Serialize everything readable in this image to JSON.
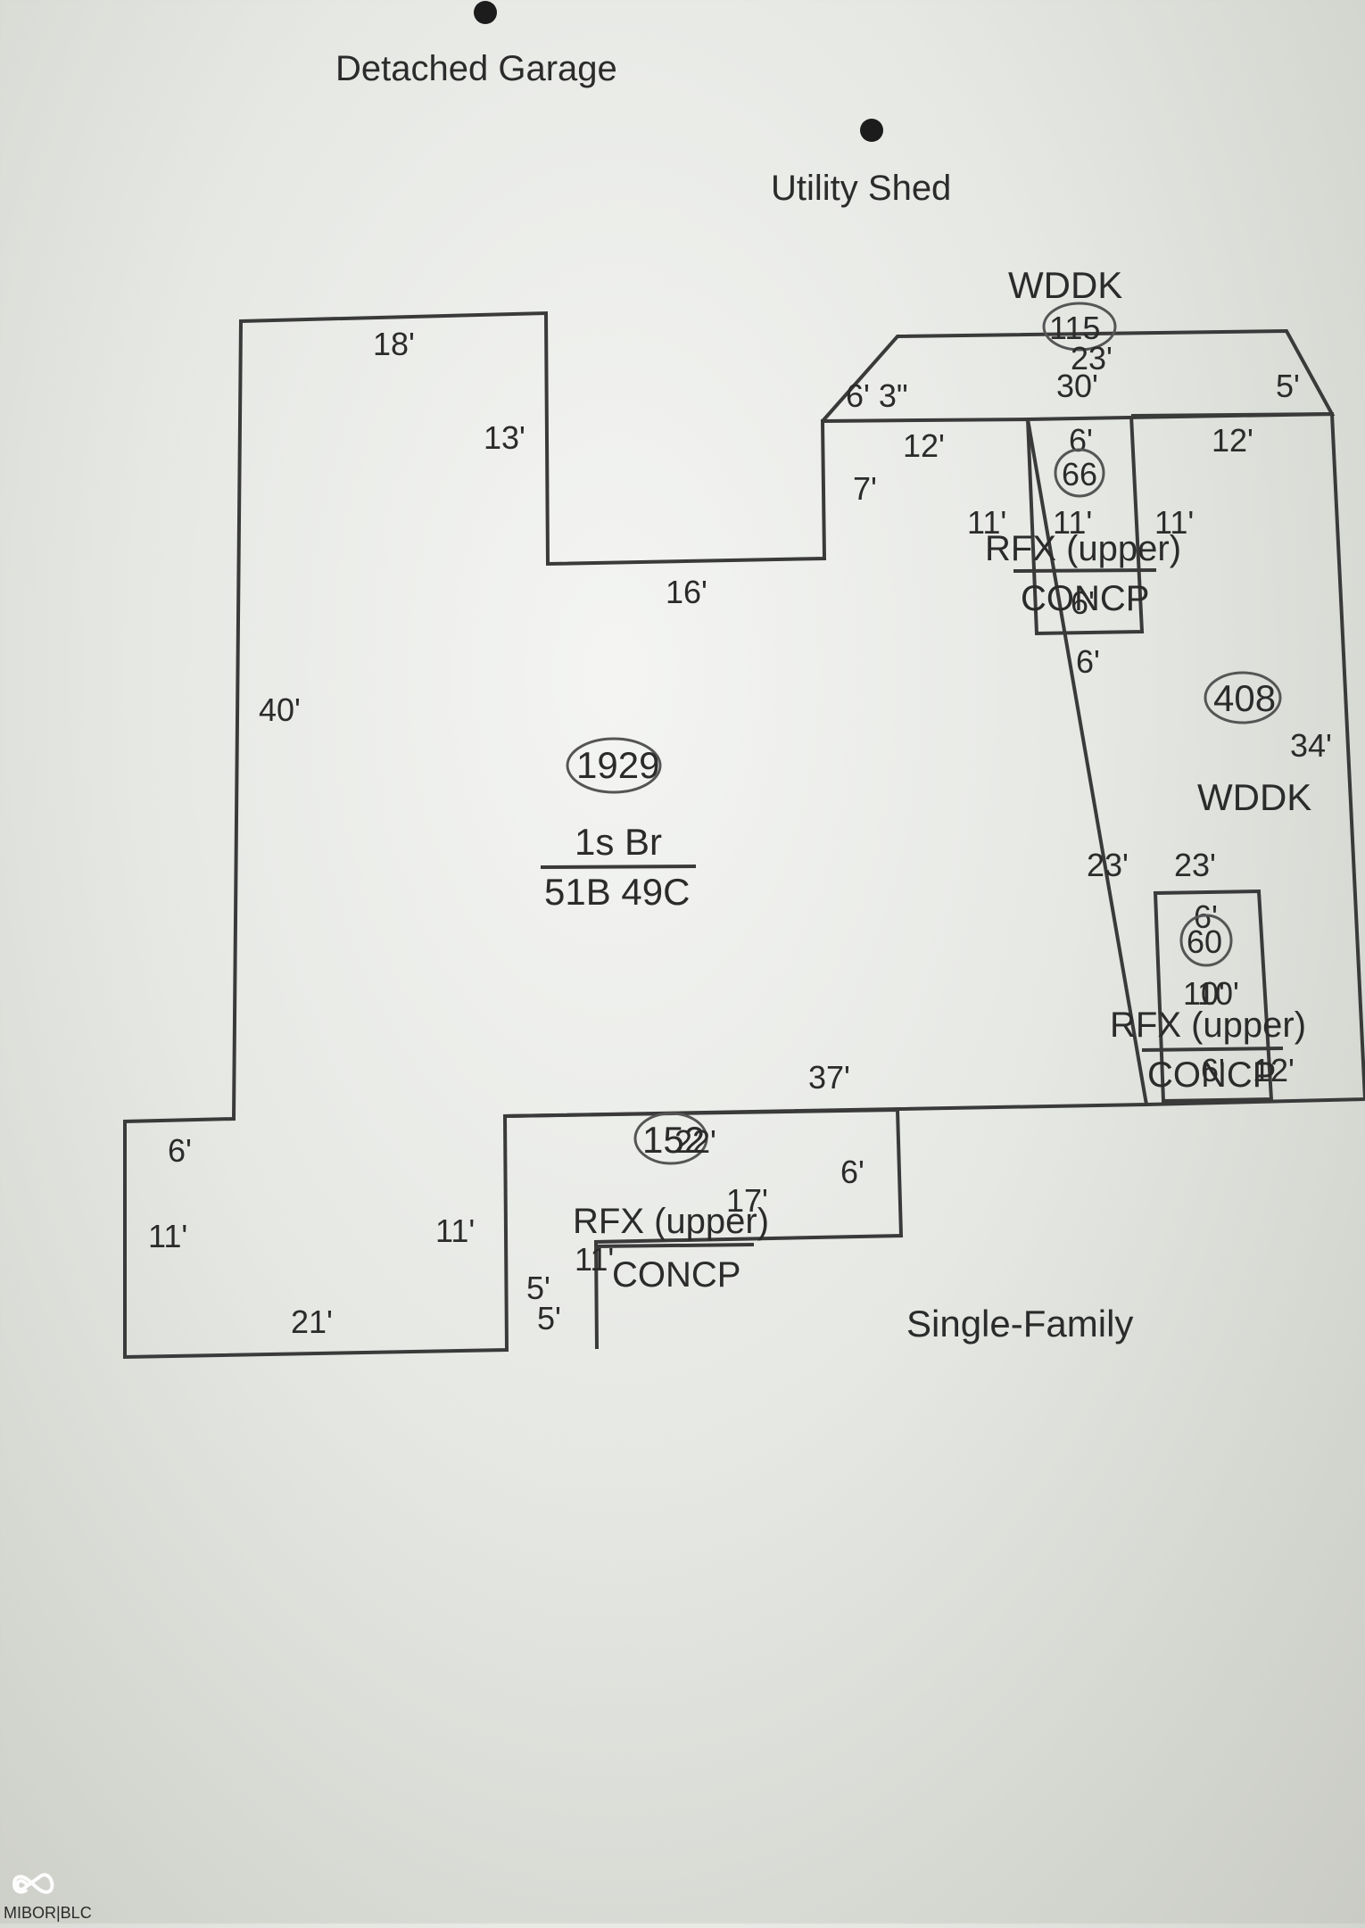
{
  "structures": {
    "detached_garage": "Detached Garage",
    "utility_shed": "Utility Shed"
  },
  "top_deck": {
    "label": "WDDK",
    "area": "115",
    "dims": [
      "23'",
      "30'",
      "6' 3\"",
      "5'"
    ]
  },
  "main_house": {
    "area": "1929",
    "type": "1s Br",
    "code": "51B 49C",
    "dims": [
      "18'",
      "13'",
      "16'",
      "7'",
      "12'",
      "40'",
      "37'",
      "6'",
      "11'",
      "21'",
      "11'",
      "23'"
    ]
  },
  "upper_rfx": {
    "area": "66",
    "label": "RFX (upper)",
    "sub": "CONCP",
    "dims": [
      "6'",
      "11'",
      "11'",
      "11'",
      "6'",
      "6'"
    ]
  },
  "right_deck": {
    "area": "408",
    "label": "WDDK",
    "dims": [
      "12'",
      "34'",
      "23'"
    ]
  },
  "right_rfx": {
    "area": "60",
    "label": "RFX (upper)",
    "sub": "CONCP",
    "dims": [
      "6'",
      "10'",
      "10'",
      "6'",
      "12'"
    ]
  },
  "bottom_rfx": {
    "area": "152",
    "label": "RFX (upper)",
    "sub": "CONCP",
    "dims": [
      "22'",
      "6'",
      "17'",
      "11'",
      "5'",
      "5'"
    ]
  },
  "property_type": "Single-Family",
  "watermark": "MIBOR|BLC",
  "colors": {
    "line": "#3a3a3a",
    "text": "#2b2b2b",
    "paper": "#e6e8e4"
  }
}
